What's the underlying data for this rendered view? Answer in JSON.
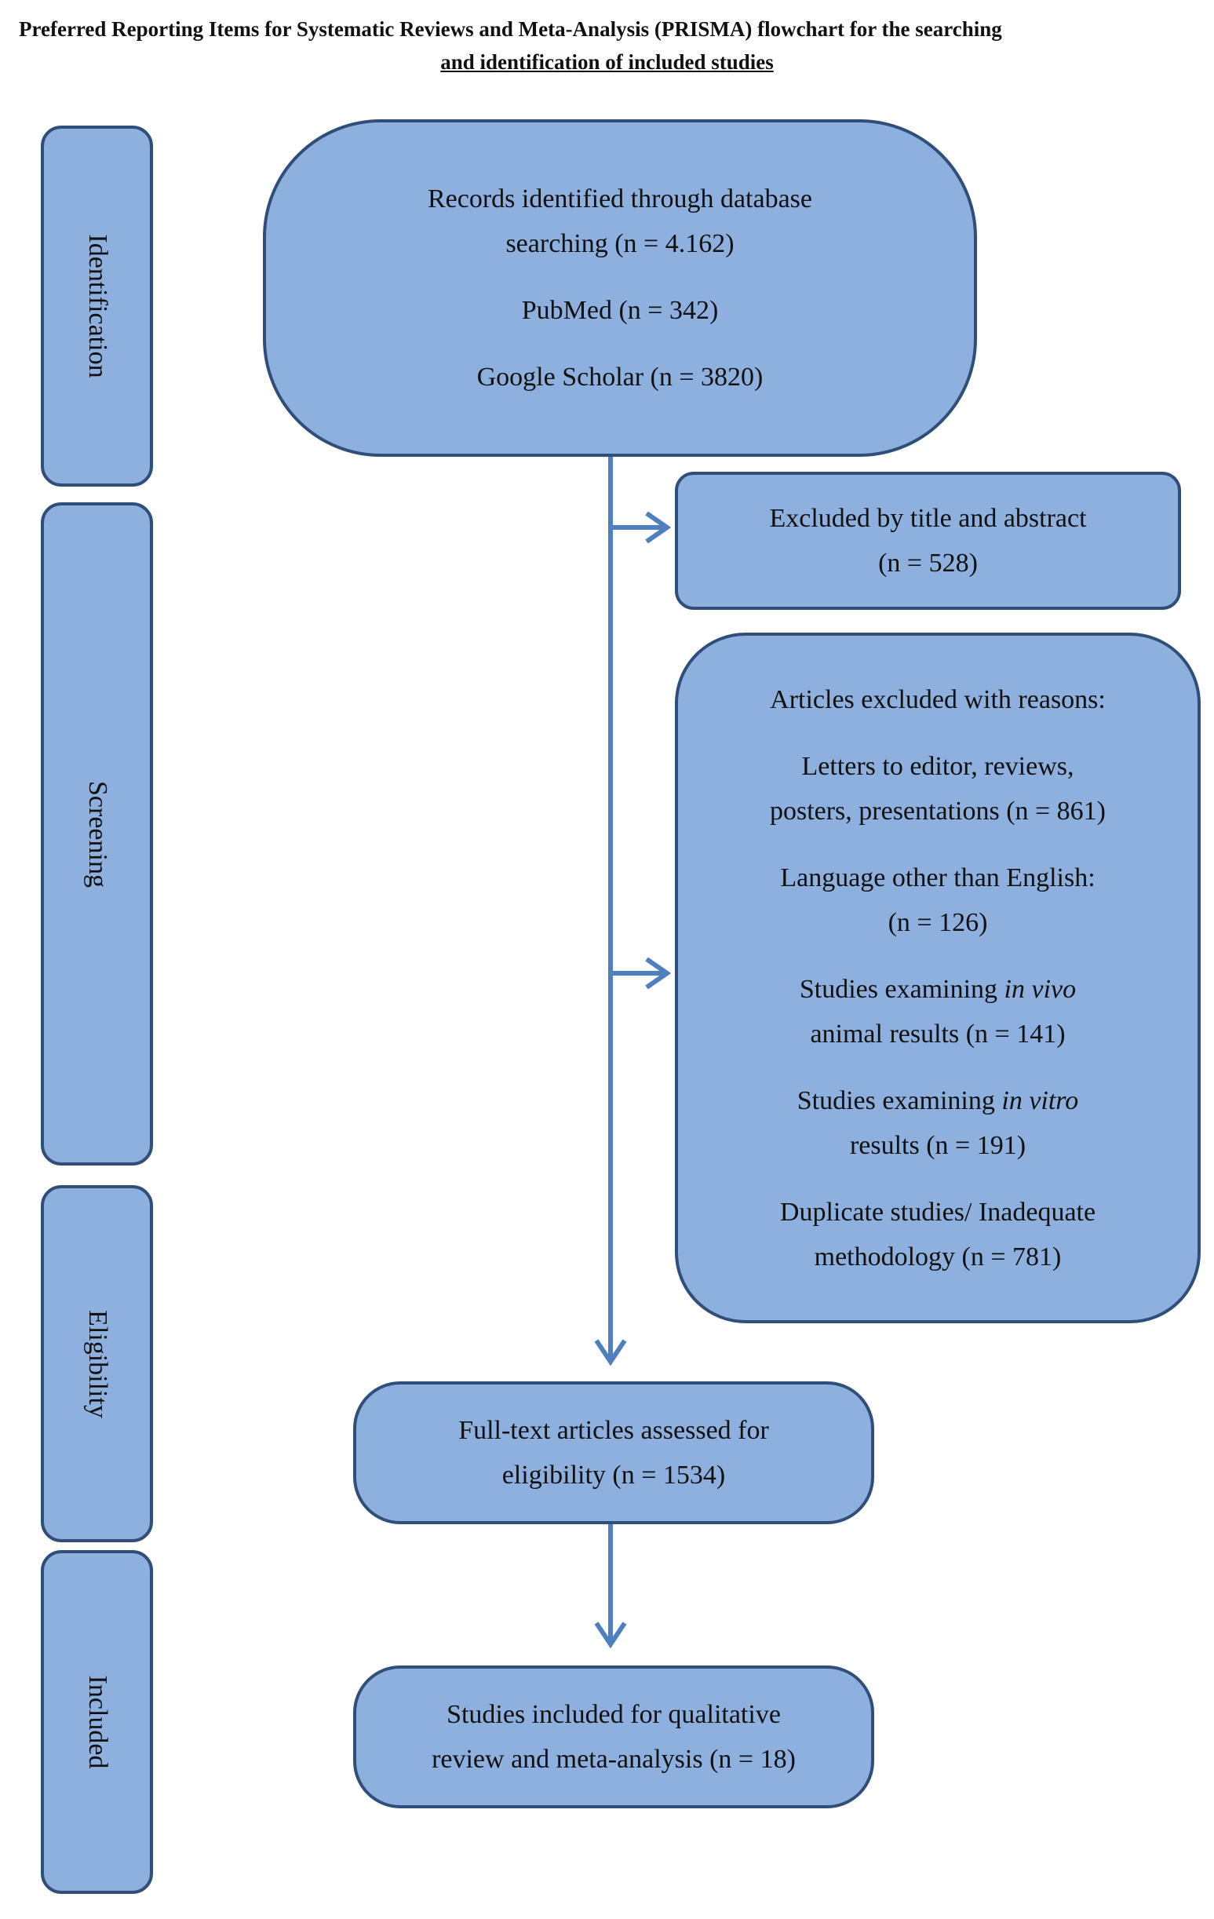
{
  "title": {
    "line1": "Preferred Reporting Items for Systematic Reviews and Meta-Analysis (PRISMA) flowchart for the searching",
    "line2": "and identification of included studies"
  },
  "stages": {
    "identification": "Identification",
    "screening": "Screening",
    "eligibility": "Eligibility",
    "included": "Included"
  },
  "identified": {
    "line1": "Records identified through database",
    "line2": "searching (n = 4.162)",
    "pubmed": "PubMed (n = 342)",
    "scholar": "Google Scholar (n = 3820)"
  },
  "excluded_title": {
    "line1": "Excluded by title and abstract",
    "line2": "(n = 528)"
  },
  "excluded_reasons": {
    "heading": "Articles excluded with reasons:",
    "letters_1": "Letters to editor, reviews,",
    "letters_2": "posters, presentations (n = 861)",
    "language_1": "Language other than English:",
    "language_2": "(n = 126)",
    "invivo_prefix": "Studies examining ",
    "invivo_term": "in vivo",
    "invivo_2": "animal results (n = 141)",
    "invitro_prefix": "Studies examining ",
    "invitro_term": "in vitro",
    "invitro_2": "results (n = 191)",
    "duplicate_1": "Duplicate studies/ Inadequate",
    "duplicate_2": "methodology (n = 781)"
  },
  "fulltext": {
    "line1": "Full-text articles assessed for",
    "line2": "eligibility (n = 1534)"
  },
  "included": {
    "line1": "Studies included for qualitative",
    "line2": "review and meta-analysis (n = 18)"
  },
  "colors": {
    "box_fill": "#8eb0de",
    "box_border": "#2f4e79",
    "arrow": "#4f7fbf"
  }
}
